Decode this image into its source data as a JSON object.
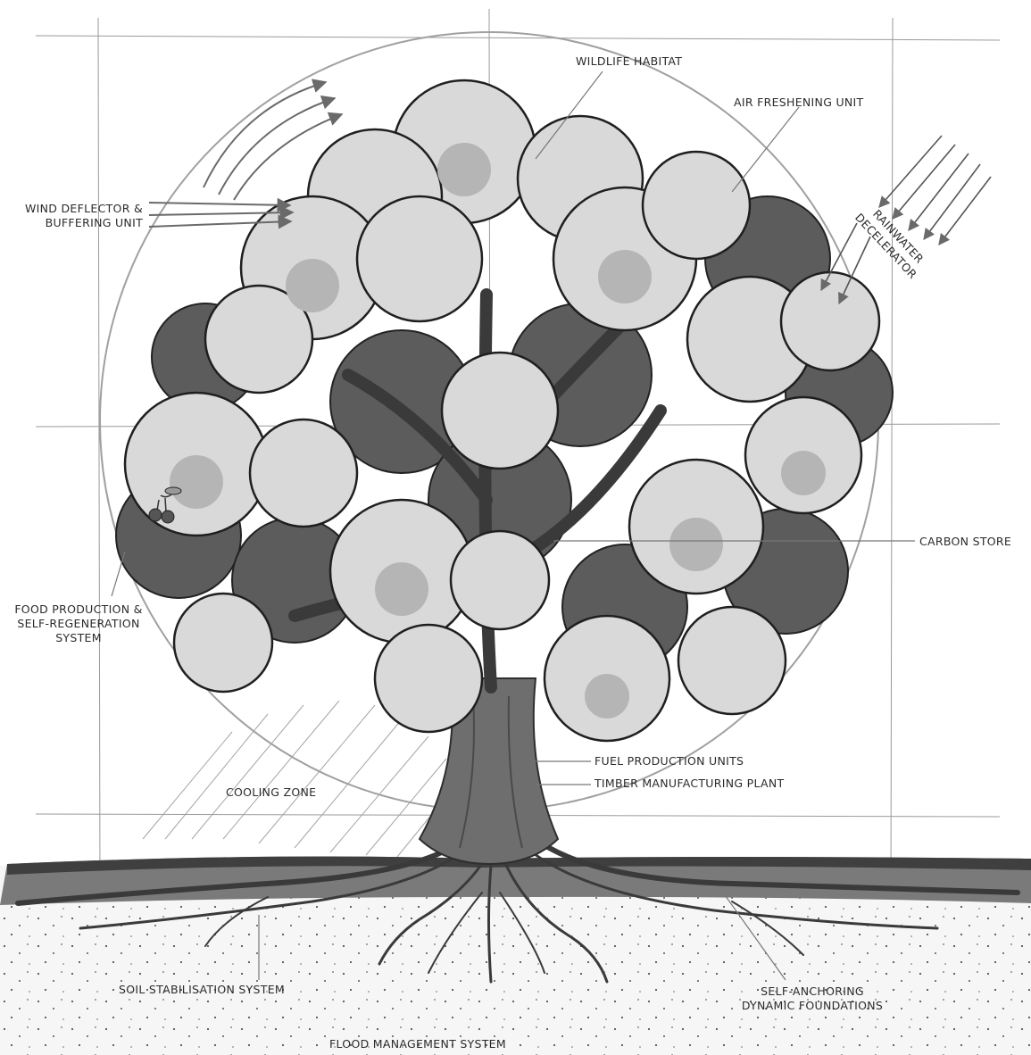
{
  "labels": {
    "wildlife_habitat": "WILDLIFE HABITAT",
    "air_freshening": "AIR FRESHENING UNIT",
    "wind_deflector_1": "WIND DEFLECTOR &",
    "wind_deflector_2": "BUFFERING UNIT",
    "rainwater_1": "RAINWATER",
    "rainwater_2": "DECELERATOR",
    "carbon_store": "CARBON STORE",
    "food_1": "FOOD PRODUCTION &",
    "food_2": "SELF-REGENERATION",
    "food_3": "SYSTEM",
    "fuel_production": "FUEL PRODUCTION UNITS",
    "timber": "TIMBER MANUFACTURING PLANT",
    "cooling_zone": "COOLING ZONE",
    "soil_stabilisation": "SOIL STABILISATION SYSTEM",
    "self_anchoring_1": "SELF-ANCHORING",
    "self_anchoring_2": "DYNAMIC FOUNDATIONS",
    "flood_management": "FLOOD MANAGEMENT SYSTEM"
  },
  "colors": {
    "foliage_light": "#d9d9d9",
    "foliage_mid": "#a8a8a8",
    "foliage_dark": "#5c5c5c",
    "trunk": "#6e6e6e",
    "ground": "#4a4a4a",
    "ink": "#2b2b2b"
  }
}
